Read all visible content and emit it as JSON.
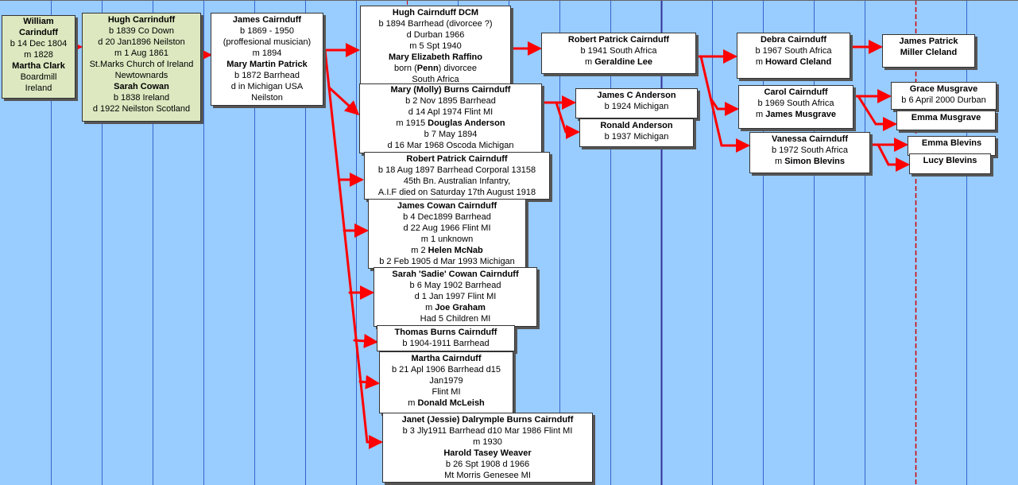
{
  "colors": {
    "background": "#99ccff",
    "connector": "#ff0000",
    "ancestor_box": "#dde8c0",
    "box": "#ffffff"
  },
  "people": {
    "william": {
      "lines": [
        {
          "t": "William",
          "b": true
        },
        {
          "t": "Carinduff",
          "b": true
        },
        {
          "t": "b 14 Dec 1804"
        },
        {
          "t": "m 1828"
        },
        {
          "t": "Martha Clark",
          "b": true
        },
        {
          "t": "Boardmill"
        },
        {
          "t": "Ireland"
        }
      ]
    },
    "hugh_sr": {
      "lines": [
        {
          "t": "Hugh Carrinduff",
          "b": true
        },
        {
          "t": "b 1839 Co Down"
        },
        {
          "t": "d 20 Jan1896 Neilston"
        },
        {
          "t": "m 1 Aug 1861"
        },
        {
          "t": "St.Marks Church of Ireland"
        },
        {
          "t": "Newtownards"
        },
        {
          "t": "Sarah Cowan",
          "b": true
        },
        {
          "t": "b 1838 Ireland"
        },
        {
          "t": "d 1922 Neilston Scotland"
        }
      ]
    },
    "james_sr": {
      "lines": [
        {
          "t": "James Cairnduff",
          "b": true
        },
        {
          "t": "b 1869 - 1950"
        },
        {
          "t": "(proffesional musician)"
        },
        {
          "t": "m 1894"
        },
        {
          "t": "Mary Martin Patrick",
          "b": true
        },
        {
          "t": "b 1872 Barrhead"
        },
        {
          "t": "d in Michigan USA"
        },
        {
          "t": "Neilston"
        }
      ]
    },
    "hugh_dcm": {
      "lines": [
        {
          "t": "Hugh Cairnduff DCM",
          "b": true
        },
        {
          "t": "b 1894 Barrhead (divorcee ?)"
        },
        {
          "t": "d Durban 1966"
        },
        {
          "t": "m 5 Spt 1940"
        },
        {
          "t": "Mary Elizabeth Raffino",
          "b": true
        },
        {
          "p": "born (",
          "b": "Penn",
          "s": ") divorcee"
        },
        {
          "t": "South Africa"
        }
      ]
    },
    "mary_molly": {
      "lines": [
        {
          "t": "Mary (Molly) Burns Cairnduff",
          "b": true
        },
        {
          "t": "b 2 Nov 1895 Barrhead"
        },
        {
          "t": "d 14 Apl 1974 Flint MI"
        },
        {
          "p": "m 1915  ",
          "b": "Douglas Anderson",
          "s": ""
        },
        {
          "t": "b 7 May 1894"
        },
        {
          "t": "d 16 Mar 1968 Oscoda Michigan"
        }
      ]
    },
    "robert_1897": {
      "lines": [
        {
          "t": "Robert Patrick Cairnduff",
          "b": true
        },
        {
          "t": "b 18 Aug 1897 Barrhead Corporal 13158"
        },
        {
          "t": "45th Bn. Australian Infantry,"
        },
        {
          "t": "A.I.F  died on Saturday 17th August 1918"
        }
      ]
    },
    "james_cowan": {
      "lines": [
        {
          "t": "James Cowan Cairnduff",
          "b": true
        },
        {
          "t": "b 4 Dec1899 Barrhead"
        },
        {
          "t": "d 22 Aug 1966 Flint MI"
        },
        {
          "t": "m 1 unknown"
        },
        {
          "p": "m 2 ",
          "b": "Helen McNab",
          "s": ""
        },
        {
          "t": "b 2 Feb 1905 d Mar 1993 Michigan"
        }
      ]
    },
    "sarah_sadie": {
      "lines": [
        {
          "t": "Sarah 'Sadie' Cowan Cairnduff",
          "b": true
        },
        {
          "t": "b 6 May 1902 Barrhead"
        },
        {
          "t": "d 1 Jan 1997 Flint MI"
        },
        {
          "p": "m ",
          "b": "Joe Graham",
          "s": ""
        },
        {
          "t": "Had 5 Children MI"
        }
      ]
    },
    "thomas": {
      "lines": [
        {
          "t": "Thomas Burns Cairnduff",
          "b": true
        },
        {
          "t": "b 1904-1911 Barrhead"
        }
      ]
    },
    "martha": {
      "lines": [
        {
          "t": "Martha Cairnduff",
          "b": true
        },
        {
          "t": "b 21 Apl 1906 Barrhead d15"
        },
        {
          "t": "Jan1979"
        },
        {
          "t": "Flint MI"
        },
        {
          "p": "m  ",
          "b": "Donald McLeish",
          "s": ""
        }
      ]
    },
    "janet": {
      "lines": [
        {
          "t": "Janet (Jessie) Dalrymple Burns Cairnduff",
          "b": true
        },
        {
          "t": "b 3 Jly1911 Barrhead d10 Mar 1986 Flint MI"
        },
        {
          "t": "m  1930"
        },
        {
          "t": "Harold Tasey Weaver",
          "b": true
        },
        {
          "t": "b 26 Spt 1908 d 1966"
        },
        {
          "t": "Mt  Morris Genesee MI"
        }
      ]
    },
    "robert_1941": {
      "lines": [
        {
          "t": "Robert Patrick Cairnduff",
          "b": true
        },
        {
          "t": "b 1941 South Africa"
        },
        {
          "p": "m  ",
          "b": "Geraldine Lee",
          "s": ""
        }
      ]
    },
    "james_anderson": {
      "lines": [
        {
          "t": "James C  Anderson",
          "b": true
        },
        {
          "t": "b 1924 Michigan"
        }
      ]
    },
    "ronald": {
      "lines": [
        {
          "t": "Ronald  Anderson",
          "b": true
        },
        {
          "t": "b 1937 Michigan"
        }
      ]
    },
    "debra": {
      "lines": [
        {
          "t": "Debra Cairnduff",
          "b": true
        },
        {
          "t": "b 1967 South Africa"
        },
        {
          "p": "m ",
          "b": "Howard Cleland",
          "s": ""
        }
      ]
    },
    "carol": {
      "lines": [
        {
          "t": "Carol Cairnduff",
          "b": true
        },
        {
          "t": "b 1969 South Africa"
        },
        {
          "p": "m   ",
          "b": "James Musgrave",
          "s": ""
        }
      ]
    },
    "vanessa": {
      "lines": [
        {
          "t": "Vanessa Cairnduff",
          "b": true
        },
        {
          "t": "b 1972 South Africa"
        },
        {
          "p": "m  ",
          "b": "Simon Blevins",
          "s": ""
        }
      ]
    },
    "james_patrick": {
      "lines": [
        {
          "t": "James Patrick",
          "b": true
        },
        {
          "t": "Miller Cleland",
          "b": true
        }
      ]
    },
    "grace": {
      "lines": [
        {
          "t": "Grace Musgrave",
          "b": true
        },
        {
          "t": "b 6 April 2000 Durban"
        }
      ]
    },
    "emma_m": {
      "lines": [
        {
          "t": "Emma Musgrave",
          "b": true
        }
      ]
    },
    "emma_b": {
      "lines": [
        {
          "t": "Emma Blevins",
          "b": true
        }
      ]
    },
    "lucy": {
      "lines": [
        {
          "t": "Lucy Blevins",
          "b": true
        }
      ]
    }
  }
}
